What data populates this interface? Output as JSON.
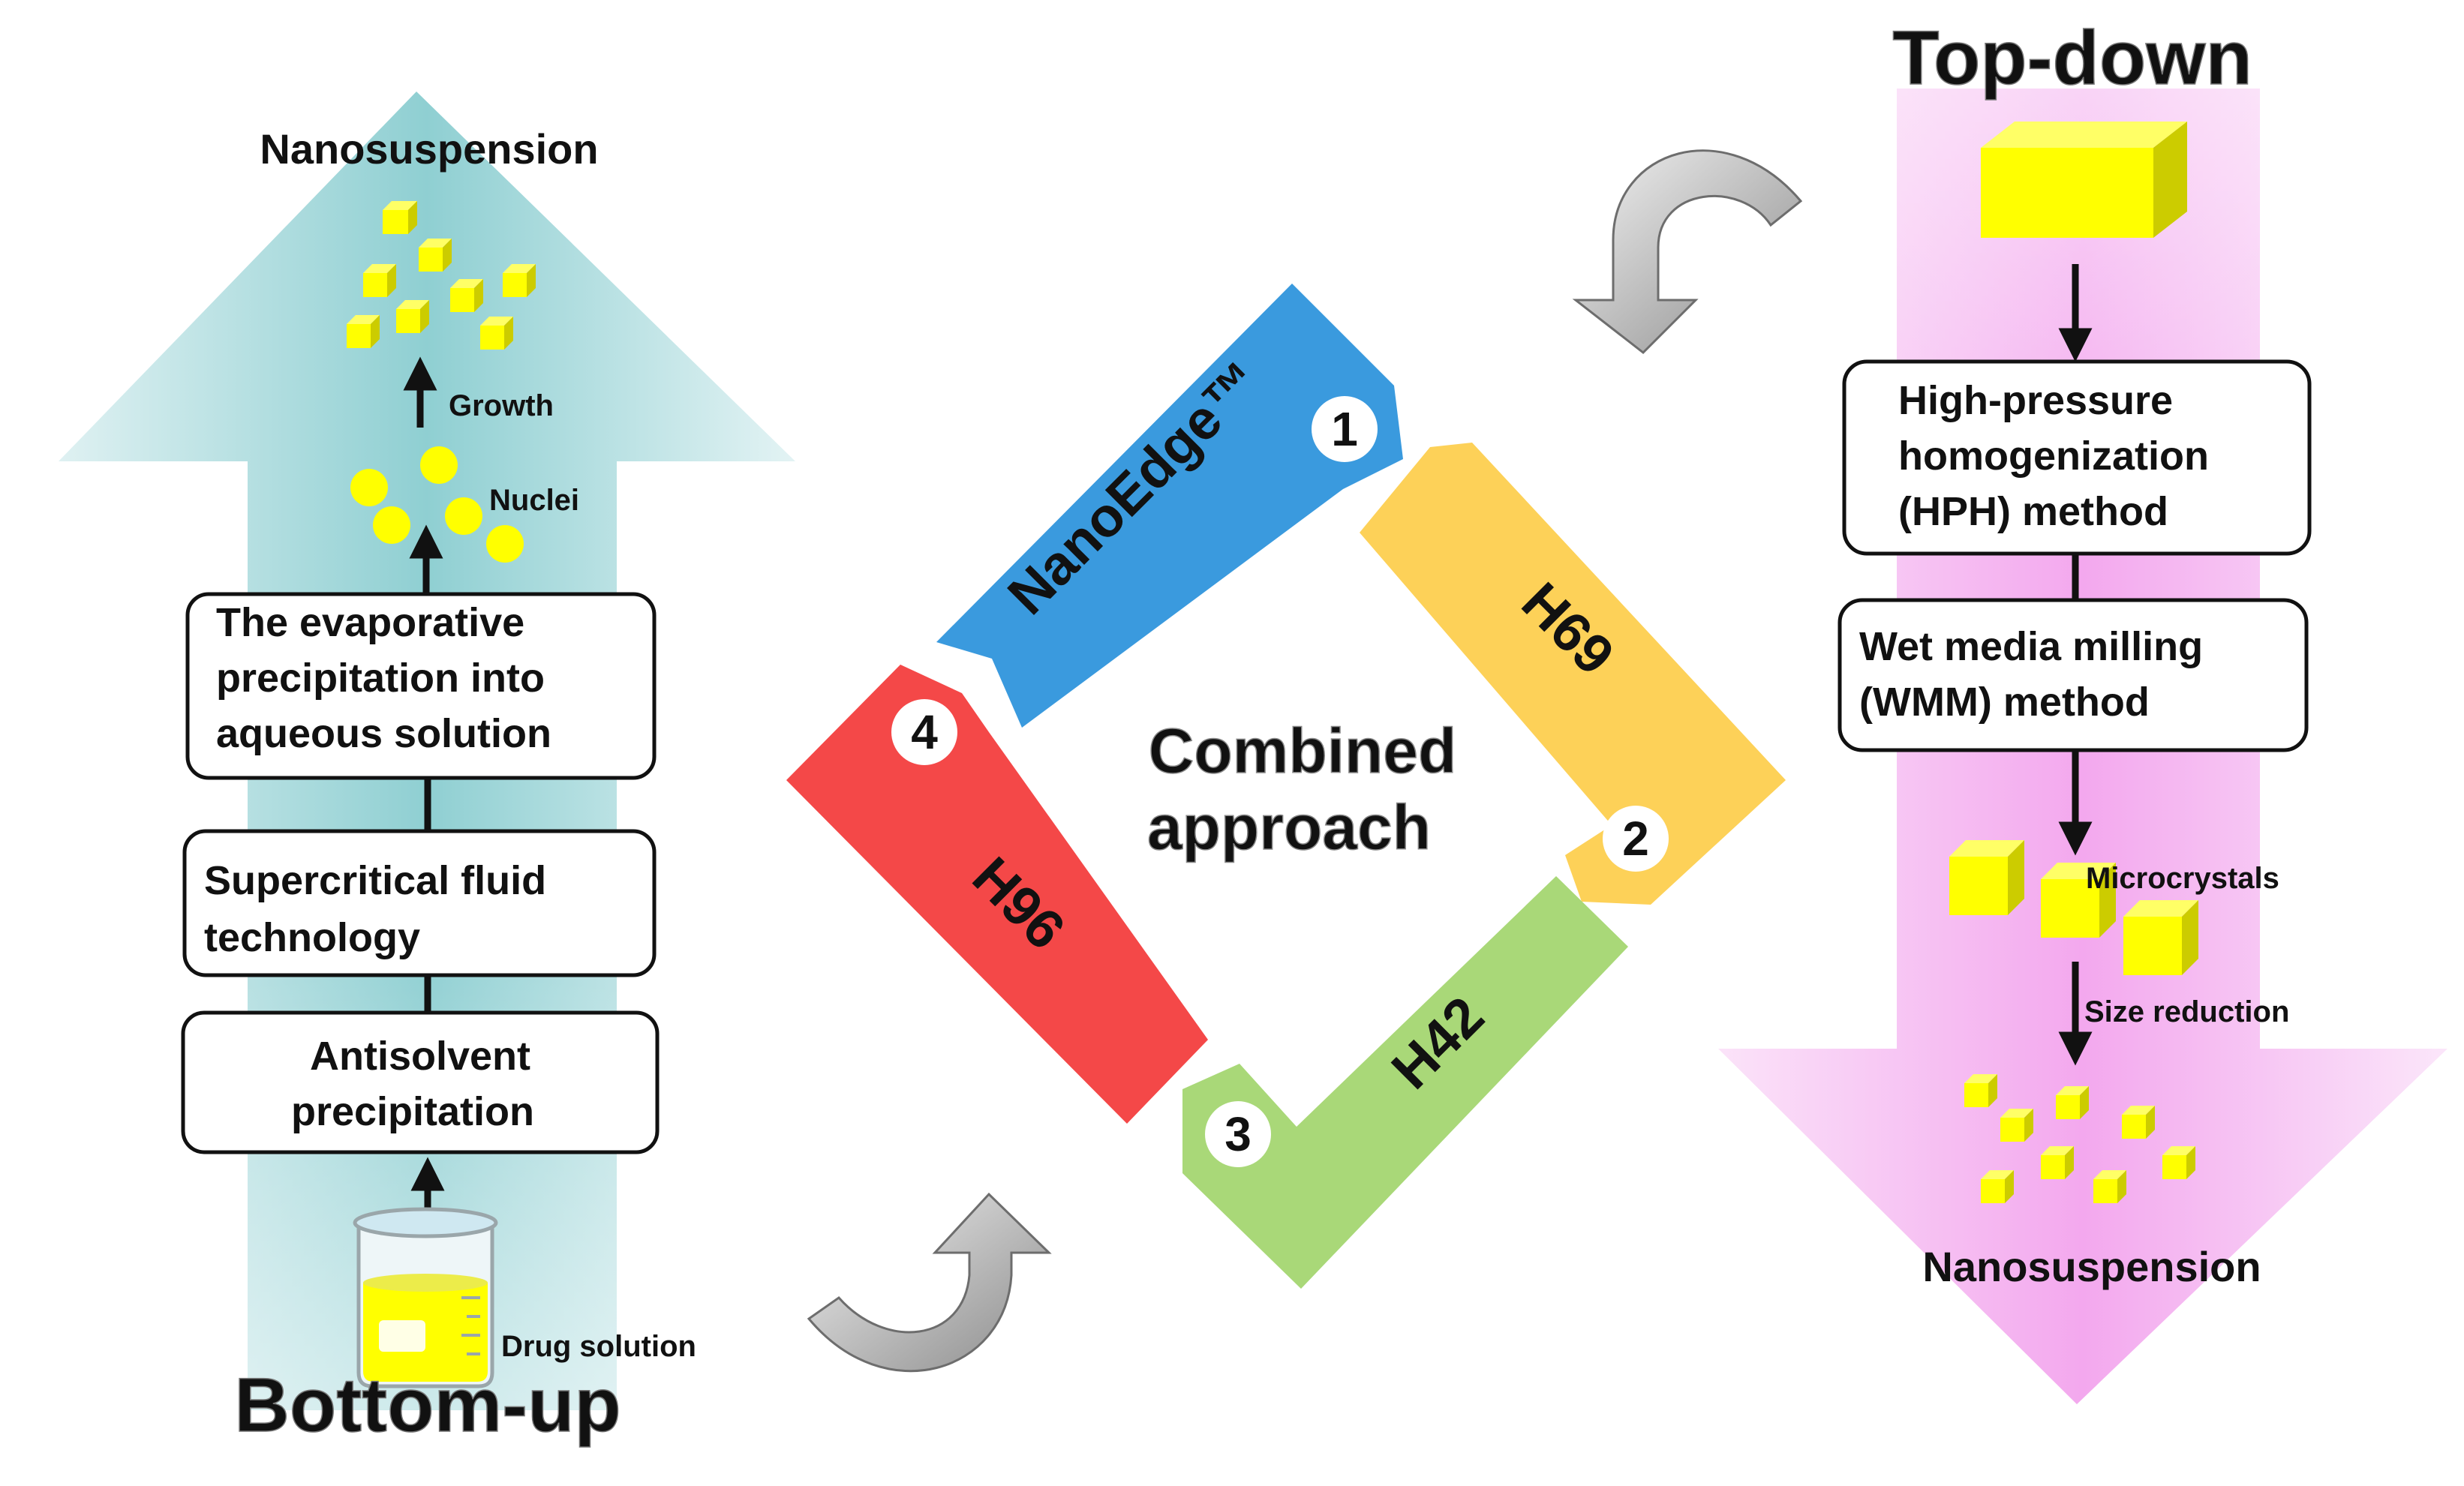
{
  "bottom_up": {
    "title": "Bottom-up",
    "product": "Nanosuspension",
    "growth_label": "Growth",
    "nuclei_label": "Nuclei",
    "methods": [
      [
        "The evaporative",
        "precipitation into",
        "aqueous solution"
      ],
      [
        "Supercritical fluid",
        "technology"
      ],
      [
        "Antisolvent",
        "precipitation"
      ]
    ],
    "start_label": "Drug solution",
    "arrow_color": "#7cc6c9"
  },
  "top_down": {
    "title": "Top-down",
    "methods": [
      [
        "High-pressure",
        "homogenization",
        "(HPH) method"
      ],
      [
        "Wet media milling",
        "(WMM) method"
      ]
    ],
    "microcrystals_label": "Microcrystals",
    "size_reduction_label": "Size reduction",
    "product": "Nanosuspension",
    "arrow_color": "#f2a6ec"
  },
  "combined": {
    "center_lines": [
      "Combined",
      "approach"
    ],
    "segments": [
      {
        "number": "1",
        "label": "NanoEdge™",
        "color": "#3a9ade"
      },
      {
        "number": "2",
        "label": "H69",
        "color": "#fdd158"
      },
      {
        "number": "3",
        "label": "H42",
        "color": "#a9d878"
      },
      {
        "number": "4",
        "label": "H96",
        "color": "#f44848"
      }
    ]
  },
  "particle_color": "#ffff00"
}
